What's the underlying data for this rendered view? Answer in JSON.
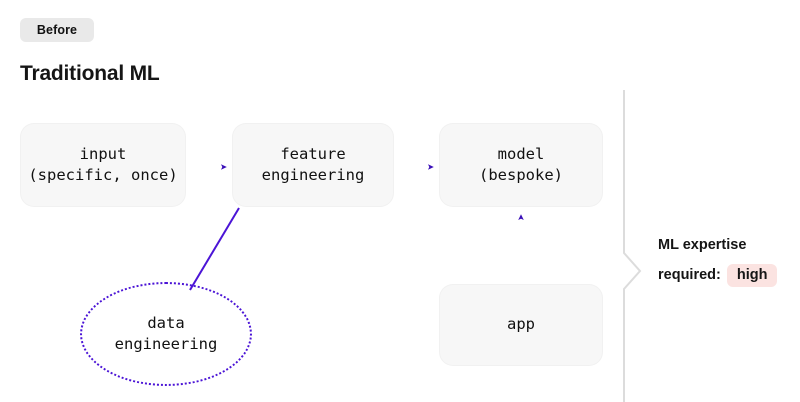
{
  "badge": {
    "label": "Before"
  },
  "section": {
    "title": "Traditional ML"
  },
  "diagram": {
    "nodes": [
      {
        "name": "input",
        "line1": "input",
        "line2": "(specific, once)",
        "shape": "rounded-rect"
      },
      {
        "name": "feature-engineering",
        "line1": "feature",
        "line2": "engineering",
        "shape": "rounded-rect"
      },
      {
        "name": "model",
        "line1": "model",
        "line2": "(bespoke)",
        "shape": "rounded-rect"
      },
      {
        "name": "data-engineering",
        "line1": "data",
        "line2": "engineering",
        "shape": "dotted-ellipse"
      },
      {
        "name": "app",
        "line1": "app",
        "line2": "",
        "shape": "rounded-rect"
      }
    ],
    "connectors": [
      {
        "from": "input",
        "to": "feature-engineering",
        "style": "arrow-right"
      },
      {
        "from": "feature-engineering",
        "to": "model",
        "style": "arrow-right"
      },
      {
        "from": "app",
        "to": "model",
        "style": "arrow-up"
      },
      {
        "from": "data-engineering",
        "to": "feature-engineering",
        "style": "line-diagonal"
      }
    ]
  },
  "summary": {
    "label": "ML expertise",
    "label2": "required:",
    "value": "high"
  },
  "colors": {
    "accent_purple": "#4b14d6",
    "arrow_purple": "#5b21e0",
    "box_fill": "#f7f7f7",
    "badge_gray": "#e9e9e9",
    "value_badge_pink": "#fbe3e1",
    "divider_gray": "#dcdcdc",
    "text_dark": "#151515"
  }
}
